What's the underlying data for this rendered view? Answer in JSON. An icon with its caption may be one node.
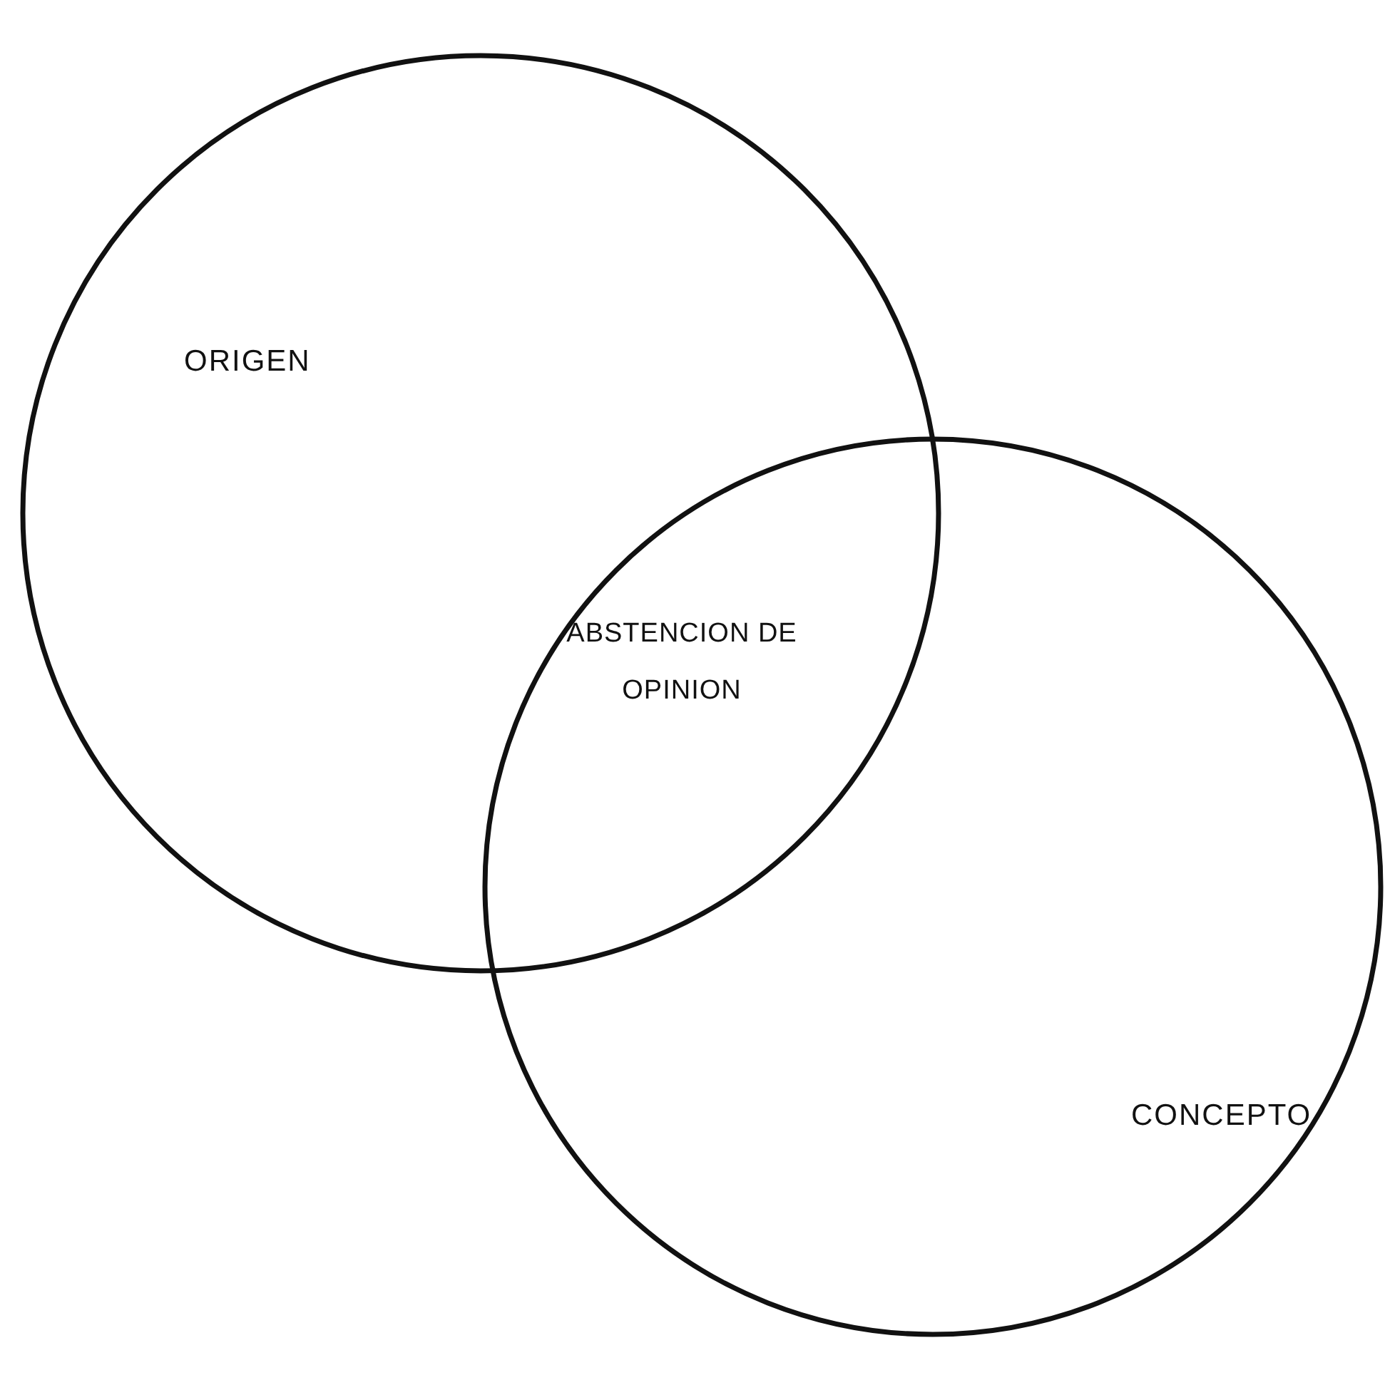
{
  "diagram": {
    "nodes": [
      {
        "text": [
          "ORIGEN"
        ]
      },
      {
        "text": [
          "CONCEPTO"
        ]
      }
    ],
    "labels": [
      "ABSTENCION DE OPINION"
    ]
  }
}
